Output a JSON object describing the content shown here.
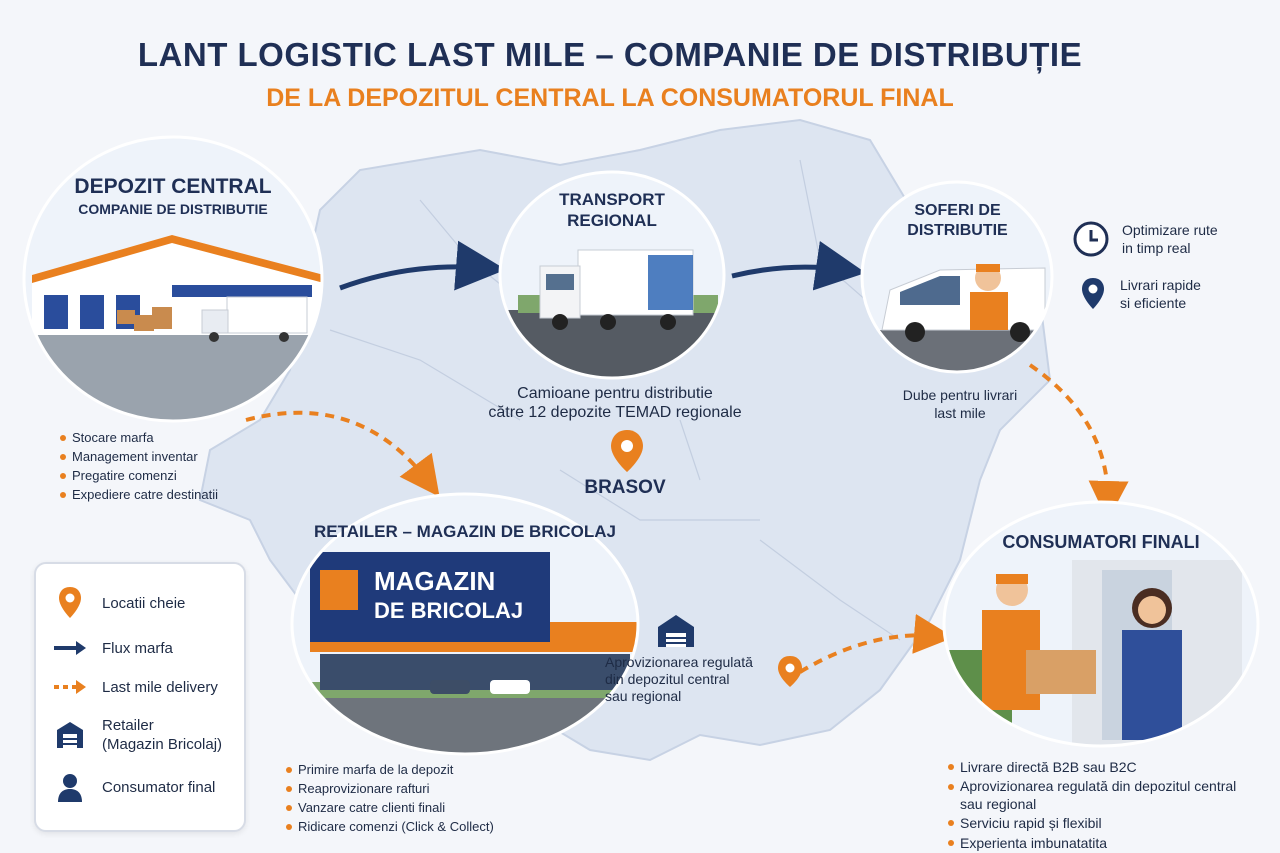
{
  "header": {
    "title": "LANT LOGISTIC LAST MILE – COMPANIE DE DISTRIBUȚIE",
    "subtitle": "DE LA DEPOZITUL CENTRAL LA CONSUMATORUL FINAL"
  },
  "colors": {
    "navy": "#1f2f55",
    "orange": "#e9801f",
    "map": "#dfe6f1"
  },
  "depot": {
    "title": "DEPOZIT CENTRAL",
    "subtitle": "COMPANIE DE DISTRIBUTIE",
    "bullets": [
      "Stocare marfa",
      "Management inventar",
      "Pregatire comenzi",
      "Expediere catre destinatii"
    ]
  },
  "transport": {
    "title_line1": "TRANSPORT",
    "title_line2": "REGIONAL",
    "caption_line1": "Camioane pentru distributie",
    "caption_line2": "către 12 depozite TEMAD regionale"
  },
  "drivers": {
    "title_line1": "SOFERI DE",
    "title_line2": "DISTRIBUTIE",
    "caption_line1": "Dube pentru livrari",
    "caption_line2": "last mile"
  },
  "side_notes": [
    {
      "icon": "clock-icon",
      "line1": "Optimizare rute",
      "line2": "in timp real"
    },
    {
      "icon": "location-pin-icon",
      "line1": "Livrari rapide",
      "line2": "si eficiente"
    }
  ],
  "city": {
    "label": "BRASOV"
  },
  "retailer": {
    "title": "RETAILER – MAGAZIN DE BRICOLAJ",
    "sign_line1": "MAGAZIN",
    "sign_line2": "DE BRICOLAJ",
    "bullets": [
      "Primire marfa de la depozit",
      "Reaprovizionare rafturi",
      "Vanzare catre clienti finali",
      "Ridicare comenzi (Click & Collect)"
    ]
  },
  "supply_note": {
    "line1": "Aprovizionarea regulată",
    "line2": "din depozitul central",
    "line3": "sau regional"
  },
  "consumers": {
    "title": "CONSUMATORI FINALI",
    "bullets": [
      "Livrare directă B2B sau B2C",
      "Aprovizionarea regulată din depozitul central sau regional",
      "Serviciu rapid și flexibil",
      "Experienta imbunatatita"
    ]
  },
  "legend": {
    "items": [
      {
        "icon": "location-pin-icon",
        "label": "Locatii cheie"
      },
      {
        "icon": "arrow-right-icon",
        "label": "Flux marfa"
      },
      {
        "icon": "dashed-arrow-icon",
        "label": "Last mile delivery"
      },
      {
        "icon": "store-icon",
        "label_line1": "Retailer",
        "label_line2": "(Magazin Bricolaj)"
      },
      {
        "icon": "person-icon",
        "label": "Consumator final"
      }
    ]
  }
}
